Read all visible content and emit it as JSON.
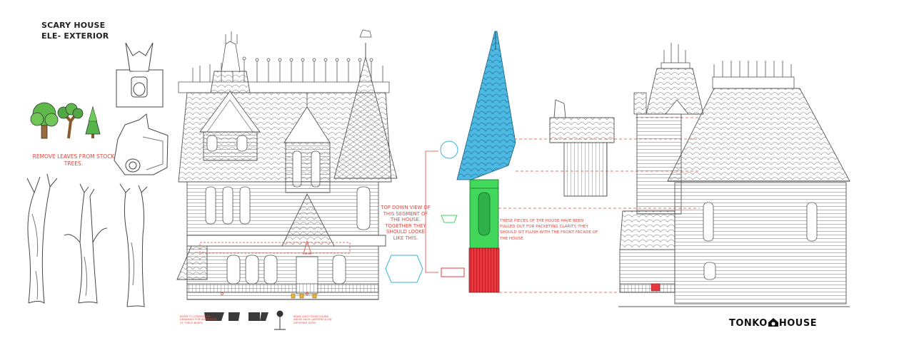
{
  "title": {
    "line1": "SCARY HOUSE",
    "line2": "ELE- EXTERIOR"
  },
  "notes": {
    "leaves": "REMOVE LEAVES FROM STOCK TREES.",
    "top_down": "TOP DOWN VIEW OF THIS SEGMENT OF THE HOUSE. TOGETHER THEY SHOULD LOOKE LIKE THIS.",
    "pieces": "THESE PIECES OF THE HOUSE HAVE BEEN PULLED OUT FOR PACKETING CLARITY. THEY SHOULD SIT FLUSH WITH THE FRONT FACADE OF THE HOUSE.",
    "ref1": "REFER TO CONTEXTUAL DRAWINGS FOR DIMENSIONS OF TORCH BOXES",
    "ref2": "BEAM LIGHT FROM CEILING ABOVE EACH LANTERN GLOW DIFFERENT SIZES"
  },
  "logo": {
    "left": "TONKO",
    "right": "HOUSE"
  },
  "colors": {
    "line": "#5a5a5a",
    "accent_red": "#e0483e",
    "spire_blue": "#4bb9e3",
    "tower_green": "#41d85c",
    "base_red": "#e8383f"
  }
}
